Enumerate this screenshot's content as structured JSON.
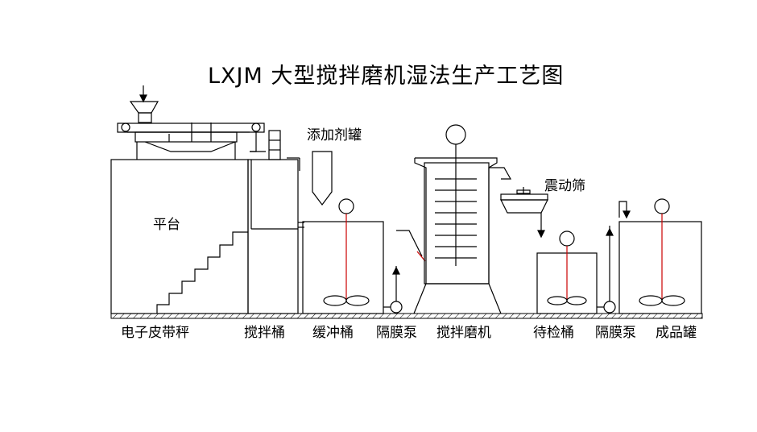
{
  "title": "LXJM 大型搅拌磨机湿法生产工艺图",
  "platform_label": "平台",
  "additive_label": "添加剂罐",
  "screen_label": "震动筛",
  "bottom_labels": [
    "电子皮带秤",
    "搅拌桶",
    "缓冲桶",
    "隔膜泵",
    "搅拌磨机",
    "待检桶",
    "隔膜泵",
    "成品罐"
  ],
  "colors": {
    "line": "#000000",
    "shaft": "#cc0000",
    "ground_hatch": "#000000"
  }
}
